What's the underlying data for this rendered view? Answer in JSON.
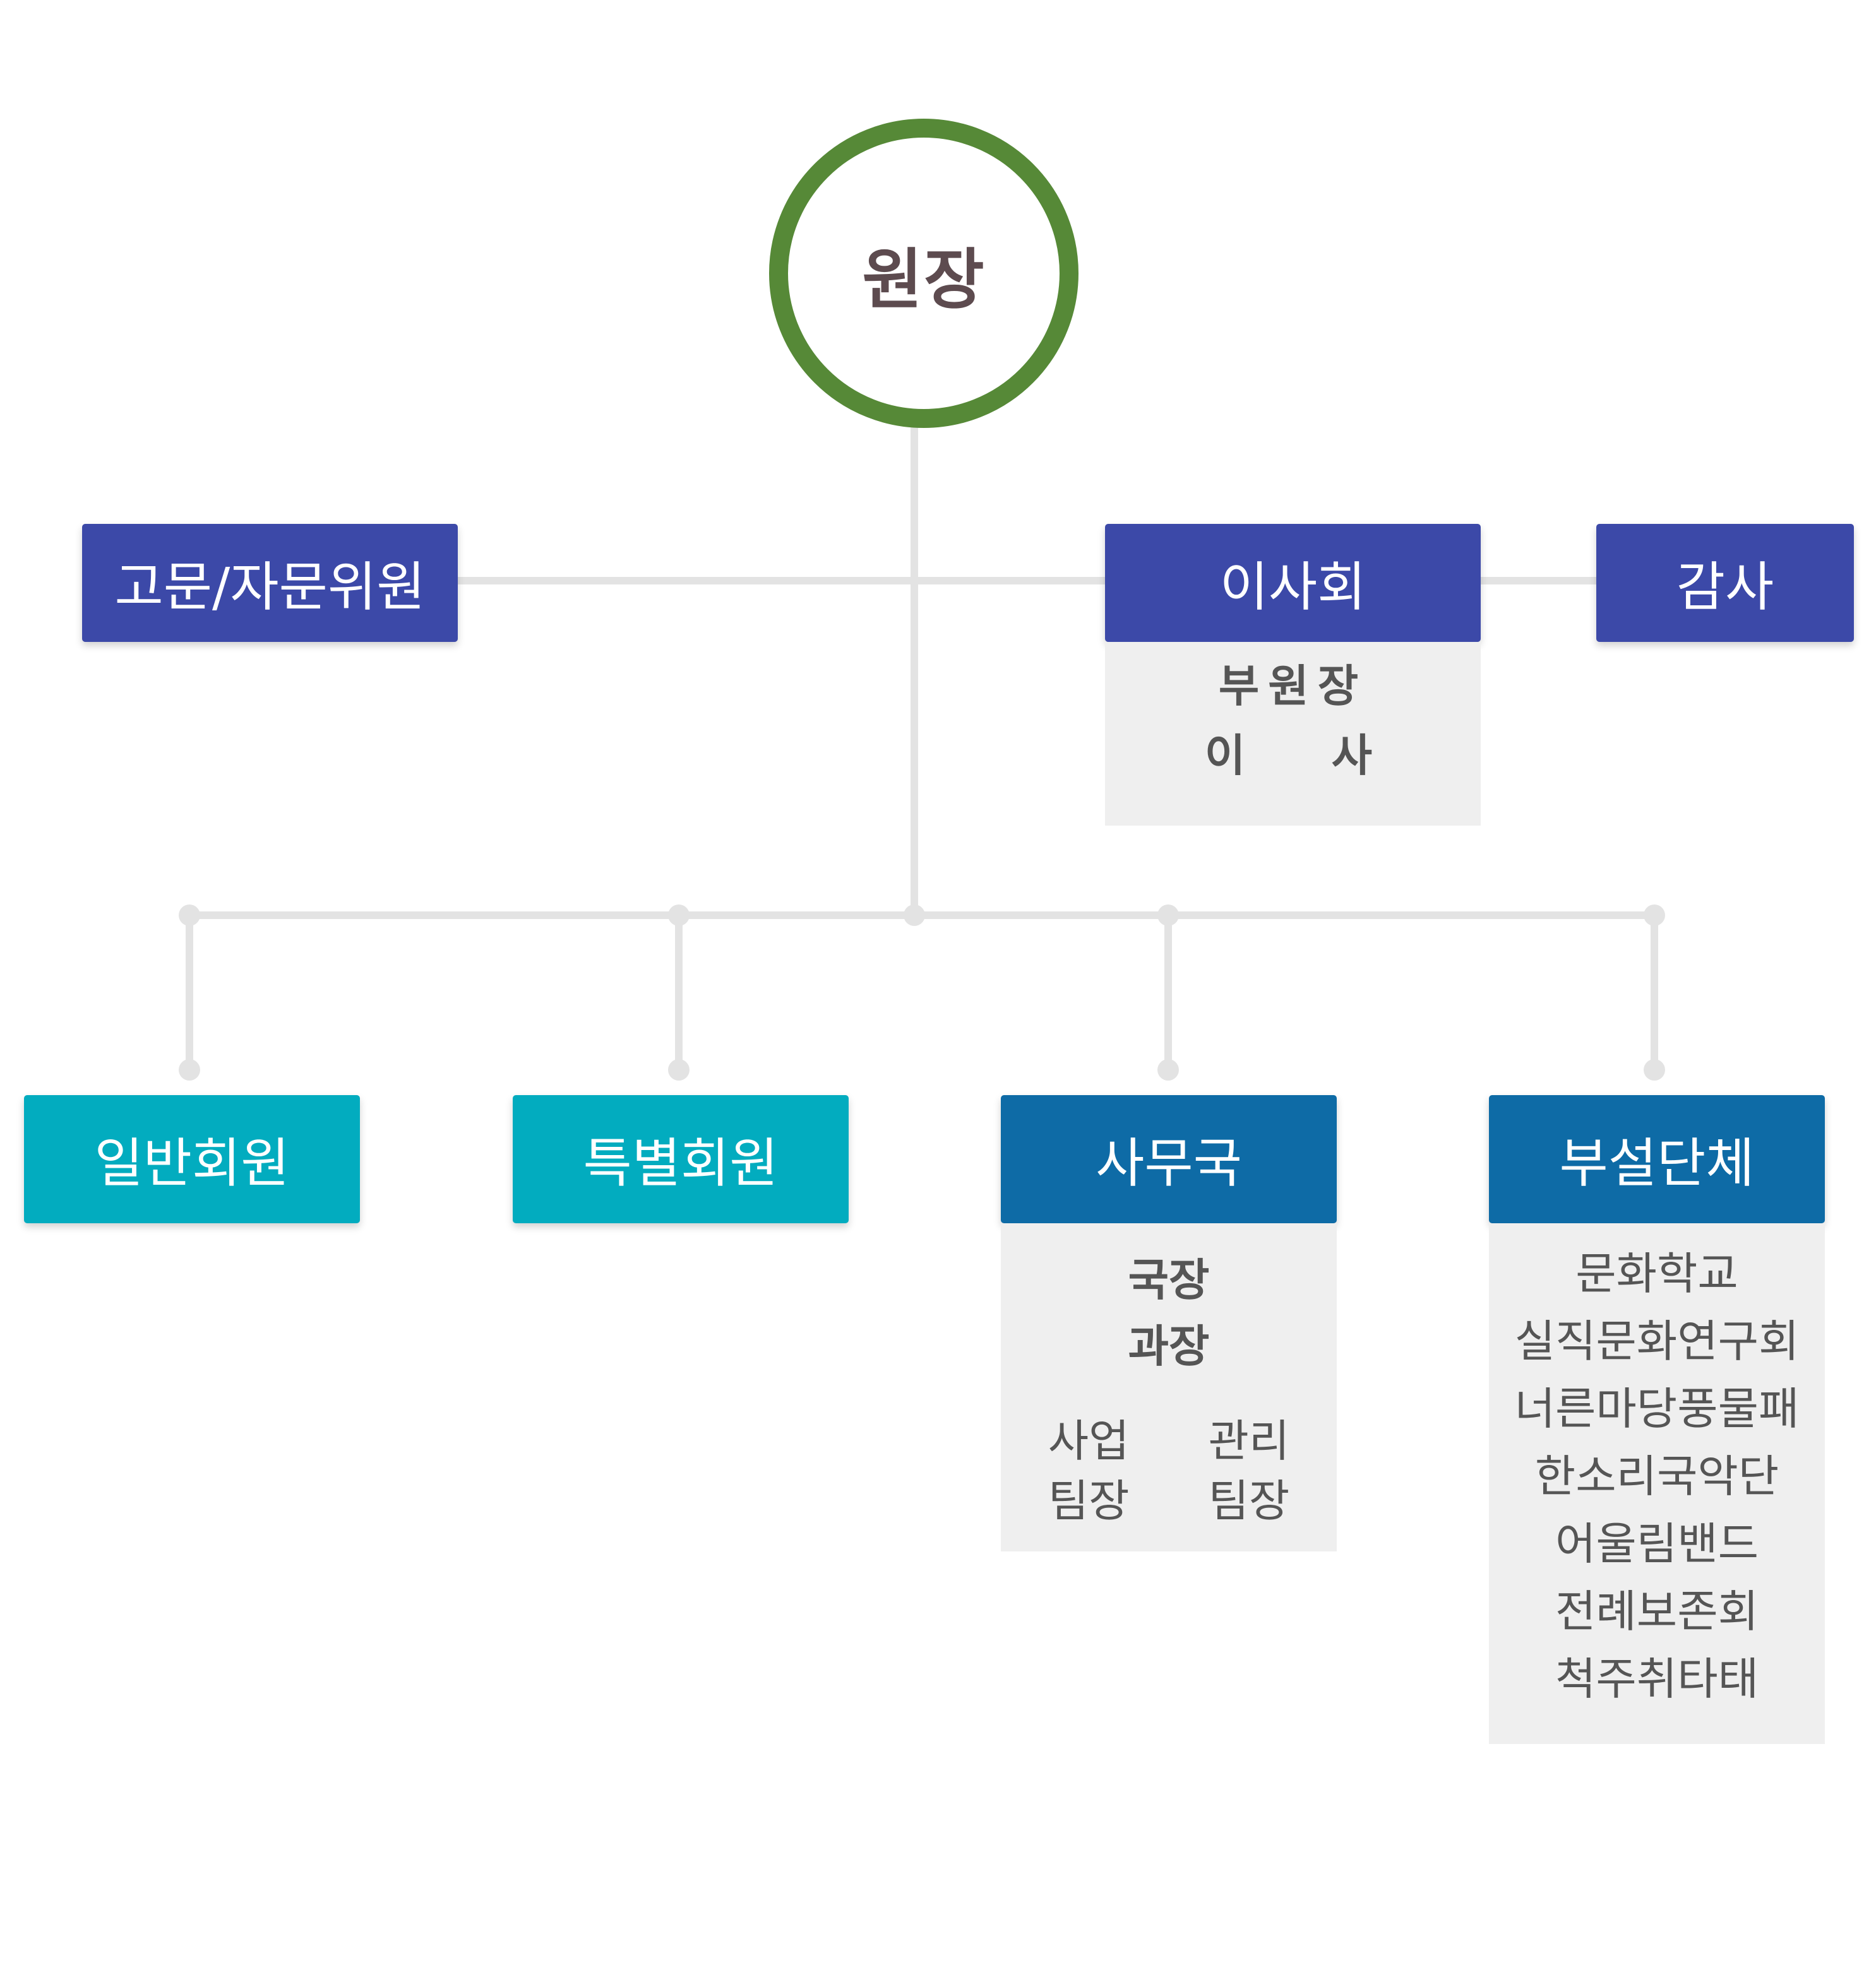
{
  "head": {
    "label": "원장"
  },
  "advisory": {
    "label": "고문/자문위원"
  },
  "board": {
    "label": "이사회",
    "members": [
      "부원장",
      "이　 사"
    ]
  },
  "audit": {
    "label": "감사"
  },
  "general_members": {
    "label": "일반회원"
  },
  "special_members": {
    "label": "특별회원"
  },
  "secretariat": {
    "label": "사무국",
    "roles": [
      "국장",
      "과장"
    ],
    "teams": [
      {
        "line1": "사업",
        "line2": "팀장"
      },
      {
        "line1": "관리",
        "line2": "팀장"
      }
    ]
  },
  "affiliates": {
    "label": "부설단체",
    "items": [
      "문화학교",
      "실직문화연구회",
      "너른마당풍물패",
      "한소리국악단",
      "어울림밴드",
      "전례보존회",
      "척주취타태"
    ]
  },
  "colors": {
    "head_ring": "#568937",
    "indigo": "#3c49a8",
    "teal": "#02acbf",
    "navy": "#0e6ba6",
    "panel": "#efefef",
    "connector": "#e3e3e3"
  }
}
